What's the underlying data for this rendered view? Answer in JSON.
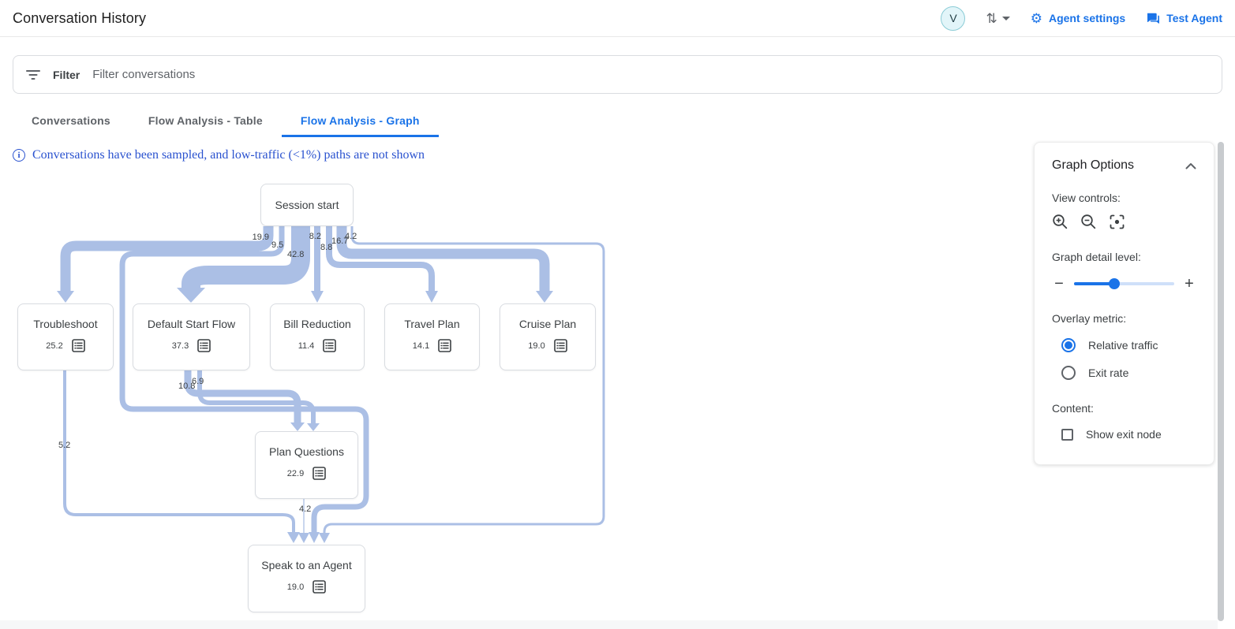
{
  "header": {
    "title": "Conversation History",
    "avatar_initial": "V",
    "agent_settings_label": "Agent settings",
    "test_agent_label": "Test Agent"
  },
  "filter_bar": {
    "label": "Filter",
    "placeholder": "Filter conversations"
  },
  "tabs": [
    {
      "label": "Conversations",
      "active": false
    },
    {
      "label": "Flow Analysis - Table",
      "active": false
    },
    {
      "label": "Flow Analysis - Graph",
      "active": true
    }
  ],
  "notice": {
    "text": "Conversations have been sampled, and low-traffic (<1%) paths are not shown"
  },
  "flow_graph": {
    "nodes": [
      {
        "name": "Session start"
      },
      {
        "name": "Troubleshoot",
        "value": "25.2"
      },
      {
        "name": "Default Start Flow",
        "value": "37.3"
      },
      {
        "name": "Bill Reduction",
        "value": "11.4"
      },
      {
        "name": "Travel Plan",
        "value": "14.1"
      },
      {
        "name": "Cruise Plan",
        "value": "19.0"
      },
      {
        "name": "Plan Questions",
        "value": "22.9"
      },
      {
        "name": "Speak to an Agent",
        "value": "19.0"
      }
    ],
    "edges": [
      {
        "from": "Session start",
        "to": "Troubleshoot",
        "value": "19.9"
      },
      {
        "from": "Session start",
        "to": "Speak to an Agent",
        "value": "9.5"
      },
      {
        "from": "Session start",
        "to": "Default Start Flow",
        "value": "42.8"
      },
      {
        "from": "Session start",
        "to": "Bill Reduction",
        "value": "8.2"
      },
      {
        "from": "Session start",
        "to": "Travel Plan",
        "value": "8.8"
      },
      {
        "from": "Session start",
        "to": "Cruise Plan",
        "value": "16.7"
      },
      {
        "from": "Session start",
        "to": "Speak to an Agent",
        "value": "4.2"
      },
      {
        "from": "Default Start Flow",
        "to": "Plan Questions",
        "value": "10.8"
      },
      {
        "from": "Default Start Flow",
        "to": "Plan Questions",
        "value": "6.9"
      },
      {
        "from": "Troubleshoot",
        "to": "Speak to an Agent",
        "value": "5.2"
      },
      {
        "from": "Plan Questions",
        "to": "Speak to an Agent",
        "value": "4.2"
      }
    ],
    "colors": {
      "ribbon": "#abbfe5",
      "ribbon_light": "#c9d6ee",
      "label": "#3c4043"
    }
  },
  "graph_options": {
    "title": "Graph Options",
    "view_controls_label": "View controls:",
    "detail_label": "Graph detail level:",
    "detail_percent": 40,
    "overlay_label": "Overlay metric:",
    "overlay_options": [
      {
        "label": "Relative traffic",
        "selected": true
      },
      {
        "label": "Exit rate",
        "selected": false
      }
    ],
    "content_label": "Content:",
    "show_exit_node_label": "Show exit node",
    "show_exit_node_checked": false,
    "accent_color": "#1a73e8"
  }
}
